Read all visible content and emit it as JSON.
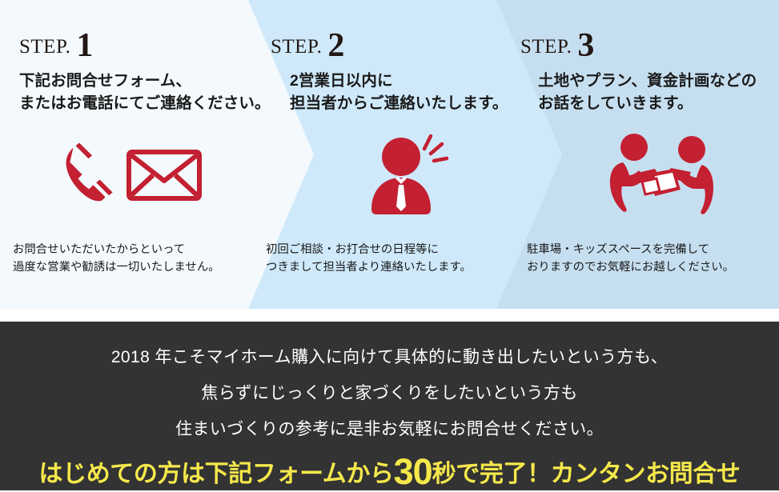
{
  "colors": {
    "panel1_bg": "#f3f9fc",
    "panel2_bg": "#cfe9fa",
    "panel3_bg": "#c6dff0",
    "icon_red": "#c32032",
    "footer_bg": "#333333",
    "footer_text": "#ffffff",
    "highlight_yellow": "#f5e84b",
    "heading_color": "#231815"
  },
  "steps": [
    {
      "step_word": "STEP.",
      "step_number": "1",
      "lead": "下記お問合せフォーム、\nまたはお電話にてご連絡ください。",
      "note": "お問合せいただいたからといって\n過度な営業や勧誘は一切いたしません。",
      "icons": [
        "phone-icon",
        "envelope-icon"
      ]
    },
    {
      "step_word": "STEP.",
      "step_number": "2",
      "lead": "2営業日以内に\n担当者からご連絡いたします。",
      "note": "初回ご相談・お打合せの日程等に\nつきまして担当者より連絡いたします。",
      "icons": [
        "staff-person-icon"
      ]
    },
    {
      "step_word": "STEP.",
      "step_number": "3",
      "lead": "土地やプラン、資金計画などの\nお話をしていきます。",
      "note": "駐車場・キッズスペースを完備して\nおりますのでお気軽にお越しください。",
      "icons": [
        "consultation-meeting-icon"
      ]
    }
  ],
  "cta": {
    "line_1": "2018 年こそマイホーム購入に向けて具体的に動き出したいという方も、",
    "line_2": "焦らずにじっくりと家づくりをしたいという方も",
    "line_3": "住まいづくりの参考に是非お気軽にお問合せください。",
    "highlight_prefix": "はじめての方は下記フォームから",
    "highlight_number": "30",
    "highlight_suffix": "秒で完了！カンタンお問合せ"
  }
}
